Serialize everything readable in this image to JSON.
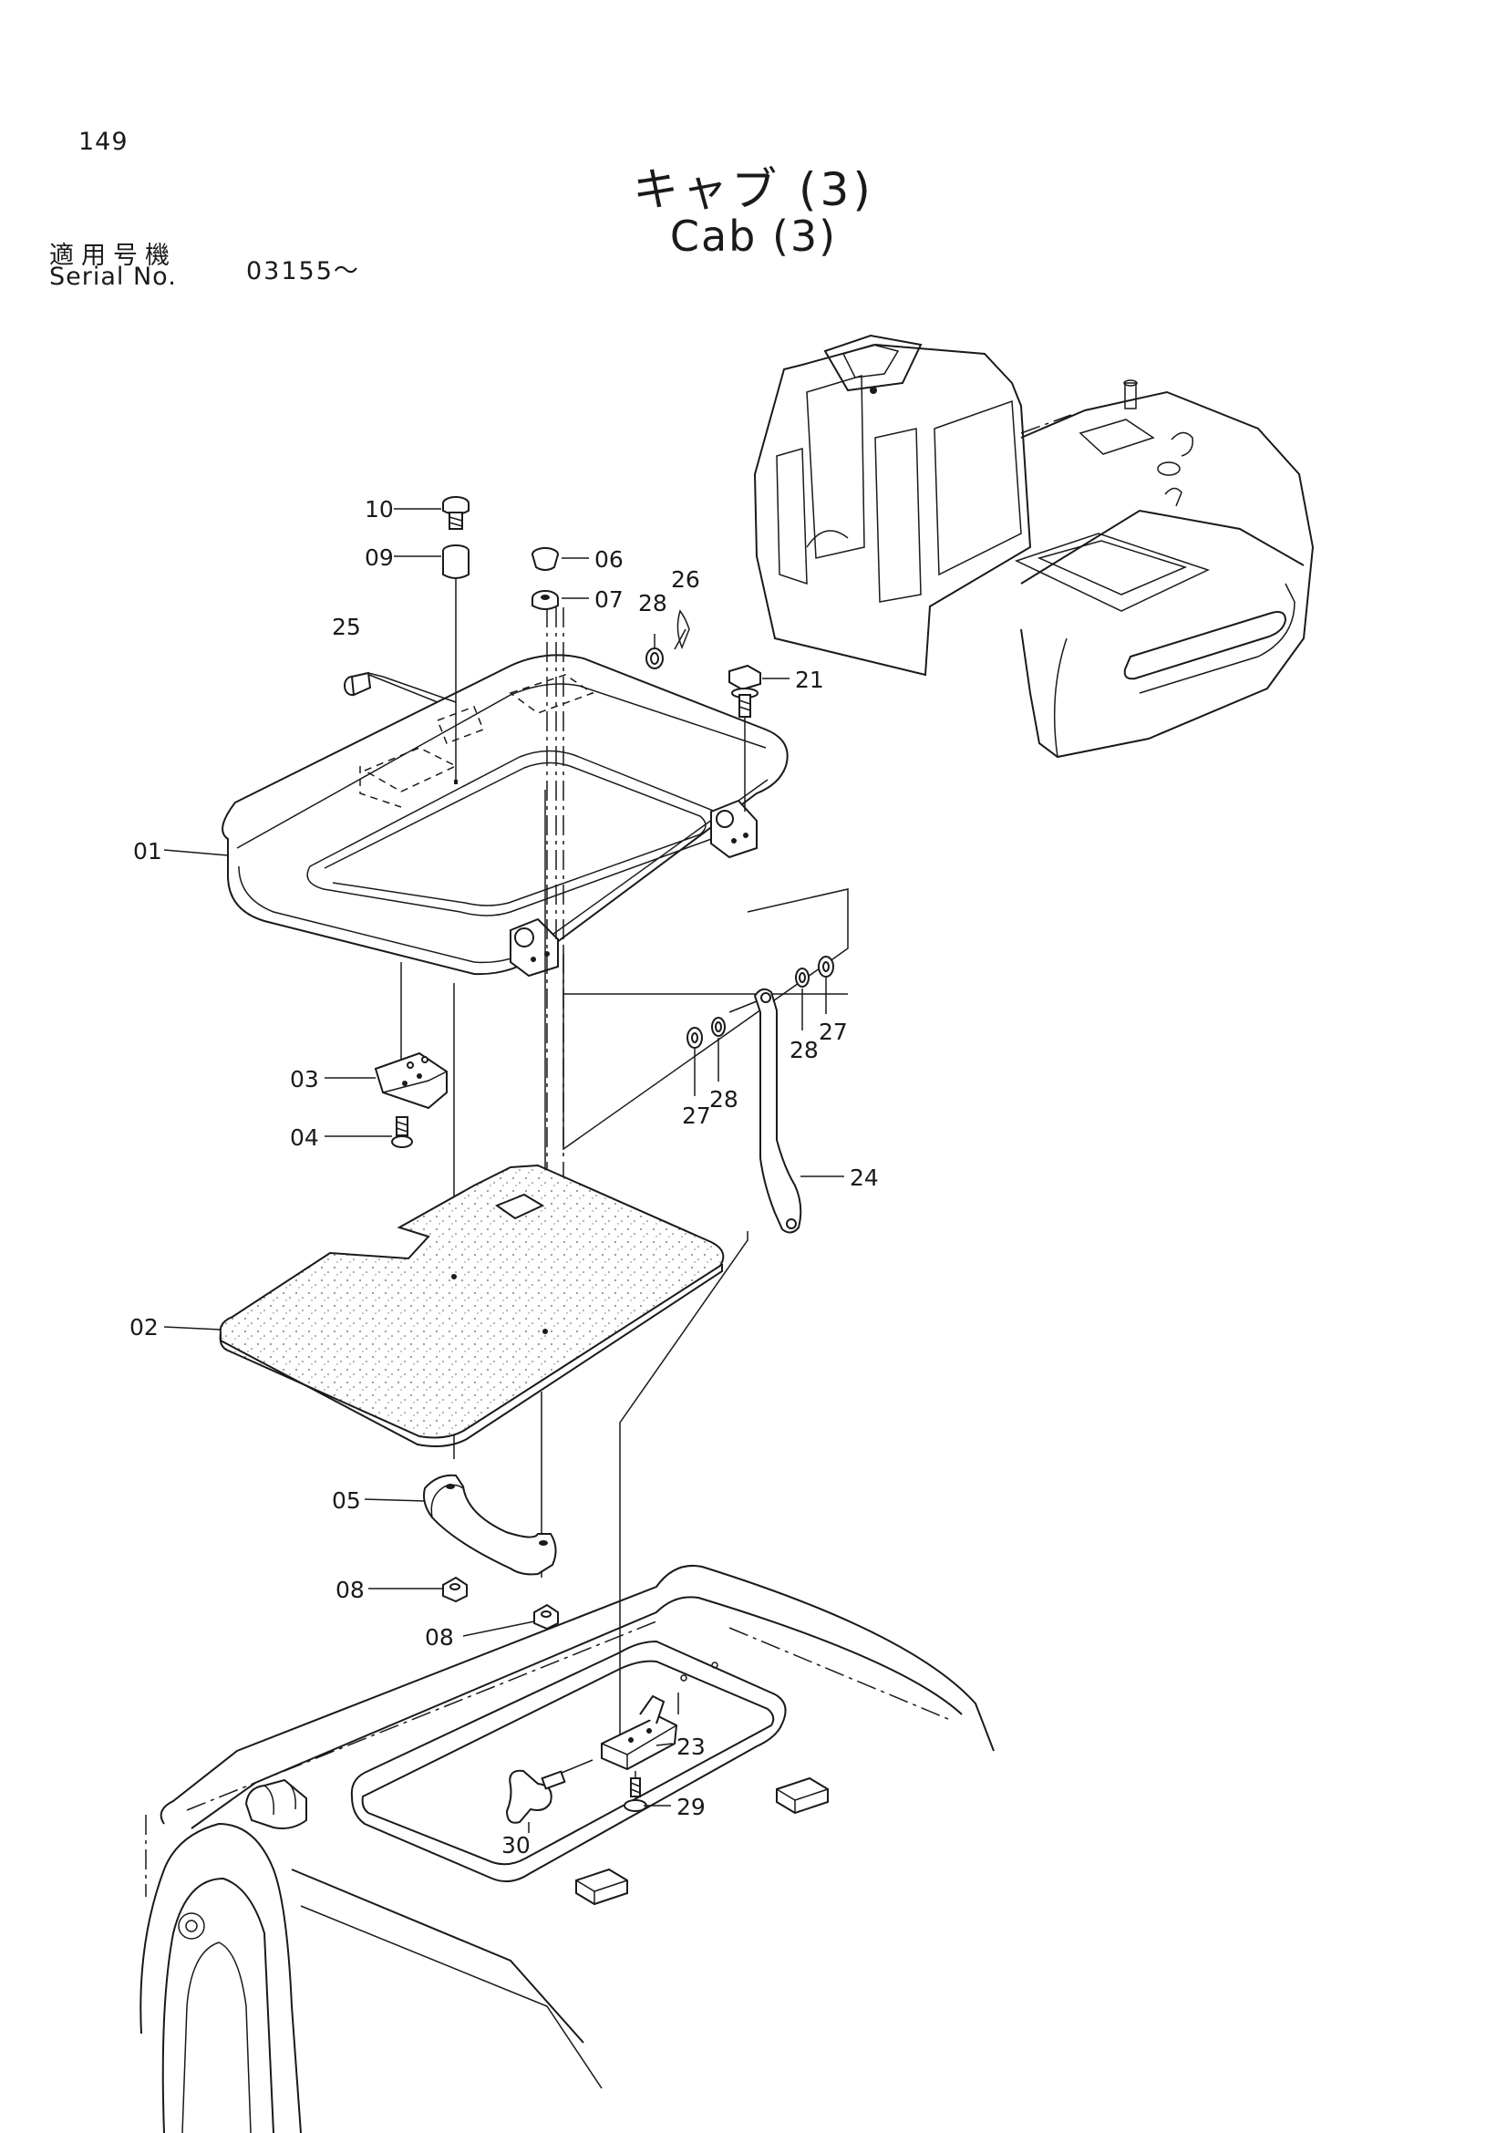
{
  "header": {
    "page_number": "149",
    "title_jp": "キャブ (3)",
    "title_en": "Cab (3)",
    "serial_label_jp": "適用号機",
    "serial_label_en": "Serial No.",
    "serial_value": "03155～"
  },
  "callouts": {
    "p01": "01",
    "p02": "02",
    "p03": "03",
    "p04": "04",
    "p05": "05",
    "p06": "06",
    "p07": "07",
    "p08a": "08",
    "p08b": "08",
    "p09": "09",
    "p10": "10",
    "p21": "21",
    "p23": "23",
    "p24": "24",
    "p25": "25",
    "p26": "26",
    "p27a": "27",
    "p27b": "27",
    "p28a": "28",
    "p28b": "28",
    "p28c": "28",
    "p29": "29",
    "p30": "30"
  }
}
